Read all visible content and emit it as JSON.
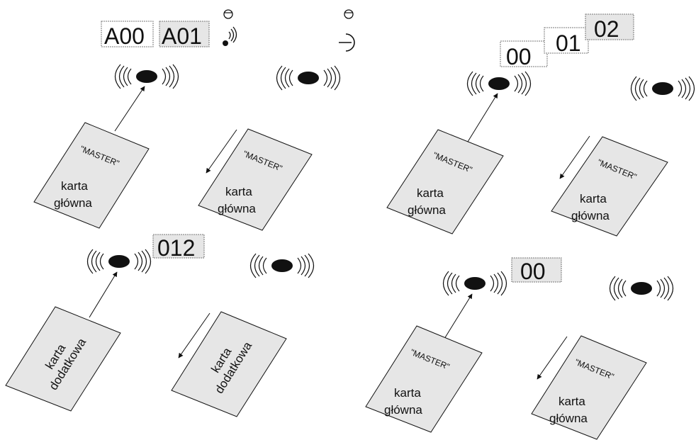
{
  "displays": {
    "a00": "A00",
    "a01": "A01",
    "d00": "00",
    "d01": "01",
    "d02": "02",
    "d012": "012",
    "d00b": "00"
  },
  "cards": {
    "master_quote": "\"MASTER\"",
    "main_l1": "karta",
    "main_l2": "główna",
    "extra_l1": "karta",
    "extra_l2": "dodatkowa"
  },
  "icons": [
    "reader-icon",
    "led-icon",
    "signal-icon",
    "lock-icon",
    "arrow-icon"
  ],
  "colors": {
    "card_fill": "#e6e6e6",
    "display_fill": "#e6e6e6",
    "stroke": "#111111"
  }
}
